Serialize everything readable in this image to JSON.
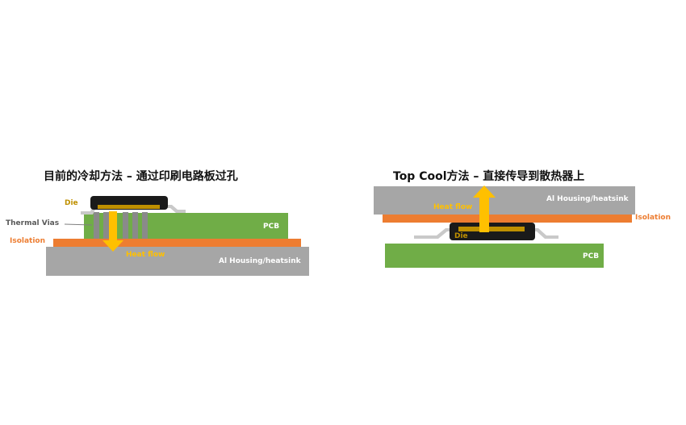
{
  "left_diagram": {
    "title": "目前的冷却方法 – 通过印刷电路板过孔",
    "labels": {
      "die": "Die",
      "thermal_vias": "Thermal Vias",
      "isolation": "Isolation",
      "pcb": "PCB",
      "heat_flow": "Heat flow",
      "housing": "Al Housing/heatsink"
    }
  },
  "right_diagram": {
    "title": "Top Cool方法 – 直接传导到散热器上",
    "labels": {
      "housing": "Al Housing/heatsink",
      "heat_flow": "Heat flow",
      "isolation": "Isolation",
      "die": "Die",
      "pcb": "PCB"
    }
  },
  "colors": {
    "housing": "#a6a6a6",
    "pcb": "#70ad47",
    "isolation": "#ed7d31",
    "heat_arrow": "#ffc000",
    "die_body": "#1a1a1a",
    "die_core": "#bf9000",
    "lead": "#c9c9c9",
    "via": "#8a8a8a"
  }
}
